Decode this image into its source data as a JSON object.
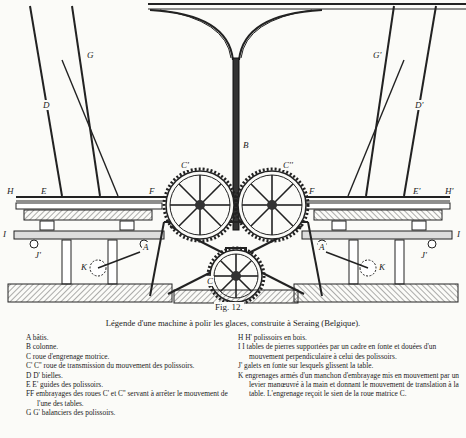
{
  "diagram": {
    "caption": "Légende d'une machine à polir les glaces, construite à Seraing (Belgique).",
    "labels": [
      "B",
      "C'",
      "C''",
      "H",
      "E",
      "F",
      "F",
      "E'",
      "H'",
      "D",
      "D'",
      "G",
      "G'",
      "A",
      "A",
      "I",
      "I",
      "J'",
      "J'",
      "K",
      "K",
      "C",
      "Fig. 12."
    ],
    "legend": [
      {
        "text": "A bâtis."
      },
      {
        "text": "B colonne."
      },
      {
        "text": "C roue d'engrenage motrice."
      },
      {
        "text": "C' C'' roue de transmission du mouvement des polissoirs."
      },
      {
        "text": "D D' bielles."
      },
      {
        "text": "E E' guides des polissoirs."
      },
      {
        "text": "FF embrayages des roues C' et C'' servant à arrêter le mouvement de l'une des tables."
      },
      {
        "text": "G G' balanciers des polissoirs."
      },
      {
        "text": "H H' polissoirs en bois."
      },
      {
        "text": "I I tables de pierres supportées par un cadre en fonte et douées d'un mouvement perpendiculaire à celui des polissoirs."
      },
      {
        "text": "J' galets en fonte sur lesquels glissent la table."
      },
      {
        "text": "K engrenages armés d'un manchon d'embrayage mis en mouvement par un levier manœuvré à la main et donnant le mouvement de translation à la table. L'engrenage reçoit le sien de la roue matrice C."
      }
    ]
  }
}
